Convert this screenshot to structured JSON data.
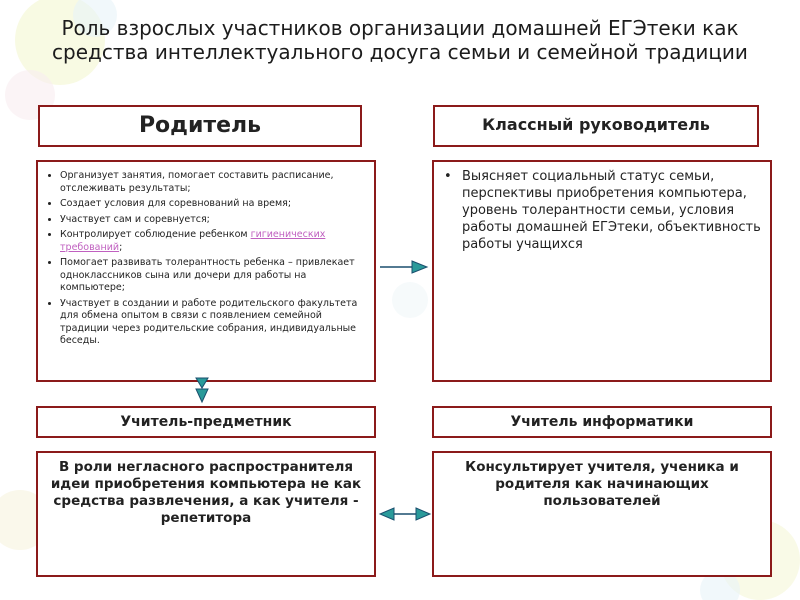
{
  "title": "Роль взрослых участников организации домашней ЕГЭтеки как средства интеллектуального досуга семьи и семейной традиции",
  "parent": {
    "header": "Родитель",
    "items": [
      {
        "text": "Организует занятия, помогает составить расписание, отслеживать результаты;"
      },
      {
        "text": "Создает условия для соревнований на время;"
      },
      {
        "text": "Участвует сам и соревнуется;"
      },
      {
        "pre": "Контролирует соблюдение ребенком ",
        "link": "гигиенических требований",
        "post": ";"
      },
      {
        "text": "Помогает развивать толерантность ребенка – привлекает одноклассников сына или дочери для работы на компьютере;"
      },
      {
        "text": "Участвует в создании и работе родительского факультета для обмена опытом в связи с появлением семейной традиции через родительские собрания, индивидуальные беседы."
      }
    ]
  },
  "class_teacher": {
    "header": "Классный руководитель",
    "items": [
      "Выясняет социальный статус семьи, перспективы приобретения компьютера, уровень толерантности семьи, условия работы домашней ЕГЭтеки, объективность работы учащихся"
    ]
  },
  "subject_teacher": {
    "header": "Учитель-предметник",
    "body": "В роли негласного распространителя идеи приобретения компьютера не как средства развлечения, а как учителя - репетитора"
  },
  "cs_teacher": {
    "header": "Учитель информатики",
    "body": "Консультирует учителя, ученика и родителя как начинающих пользователей"
  },
  "colors": {
    "border": "#8b1a1a",
    "arrow_fill": "#2a9a9a",
    "arrow_stroke": "#1a4f6e",
    "link": "#c060c0"
  }
}
